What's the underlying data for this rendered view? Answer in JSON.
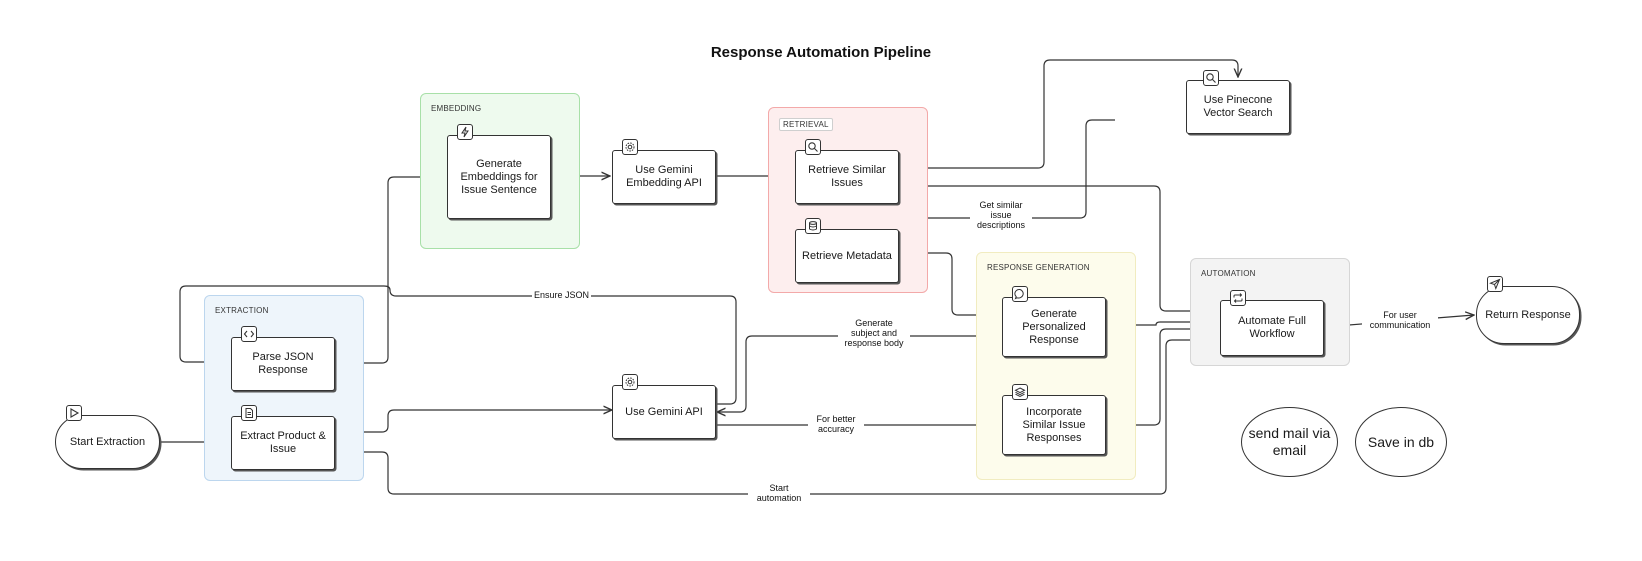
{
  "title": "Response Automation Pipeline",
  "groups": {
    "extraction": "EXTRACTION",
    "embedding": "EMBEDDING",
    "retrieval": "RETRIEVAL",
    "response_generation": "RESPONSE GENERATION",
    "automation": "AUTOMATION"
  },
  "nodes": {
    "start_extraction": "Start Extraction",
    "parse_json": "Parse JSON Response",
    "extract_product": "Extract Product & Issue",
    "generate_embeddings": "Generate Embeddings for Issue Sentence",
    "use_gemini_embedding": "Use Gemini Embedding API",
    "use_gemini_api": "Use Gemini API",
    "retrieve_similar": "Retrieve Similar Issues",
    "retrieve_metadata": "Retrieve Metadata",
    "pinecone": "Use Pinecone Vector Search",
    "generate_personalized": "Generate Personalized Response",
    "incorporate_similar": "Incorporate Similar Issue Responses",
    "automate_workflow": "Automate Full Workflow",
    "return_response": "Return Response",
    "send_mail": "send mail via email",
    "save_db": "Save in db"
  },
  "edge_labels": {
    "ensure_json": "Ensure JSON",
    "get_similar": "Get similar issue descriptions",
    "generate_subject": "Generate subject and response body",
    "better_accuracy": "For better accuracy",
    "start_automation": "Start automation",
    "user_communication": "For user communication"
  },
  "icons": {
    "start_extraction": "play-icon",
    "parse_json": "code-icon",
    "extract_product": "document-icon",
    "generate_embeddings": "lightning-icon",
    "use_gemini_embedding": "gear-icon",
    "use_gemini_api": "gear-icon",
    "retrieve_similar": "search-icon",
    "retrieve_metadata": "database-icon",
    "pinecone": "search-icon",
    "generate_personalized": "message-icon",
    "incorporate_similar": "layers-icon",
    "automate_workflow": "repeat-icon",
    "return_response": "send-icon"
  },
  "colors": {
    "extraction_bg": "#eef5fb",
    "extraction_border": "#bcd6ee",
    "embedding_bg": "#eefaee",
    "embedding_border": "#a8e0a8",
    "retrieval_bg": "#fdeeee",
    "retrieval_border": "#f3a9a9",
    "response_bg": "#fdfcec",
    "response_border": "#f1ecc0",
    "automation_bg": "#f3f3f3",
    "automation_border": "#d6d6d6"
  }
}
